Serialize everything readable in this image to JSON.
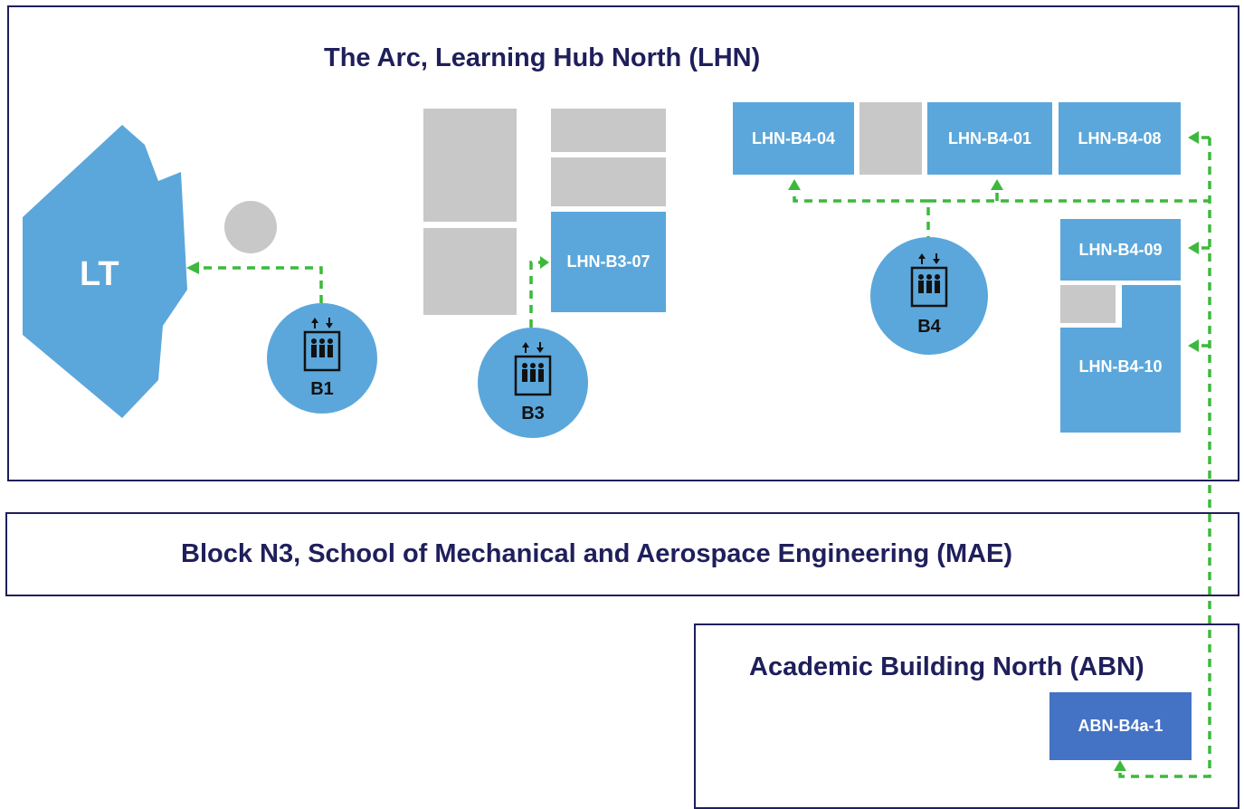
{
  "buildings": {
    "lhn": {
      "title": "The Arc, Learning Hub North (LHN)"
    },
    "mae": {
      "title": "Block N3, School of Mechanical and Aerospace Engineering (MAE)"
    },
    "abn": {
      "title": "Academic Building North (ABN)"
    }
  },
  "areas": {
    "lt": {
      "label": "LT"
    }
  },
  "rooms": {
    "b3_07": "LHN-B3-07",
    "b4_04": "LHN-B4-04",
    "b4_01": "LHN-B4-01",
    "b4_08": "LHN-B4-08",
    "b4_09": "LHN-B4-09",
    "b4_10": "LHN-B4-10",
    "abn_b4a_1": "ABN-B4a-1"
  },
  "lifts": {
    "b1": "B1",
    "b3": "B3",
    "b4": "B4"
  },
  "colors": {
    "room": "#5ba7db",
    "abn_room": "#4472c4",
    "block": "#c8c8c8",
    "route": "#3cb93c",
    "heading": "#1f1f5c"
  },
  "icons": {
    "lift": "lift-icon",
    "route_arrow": "arrow-icon"
  }
}
